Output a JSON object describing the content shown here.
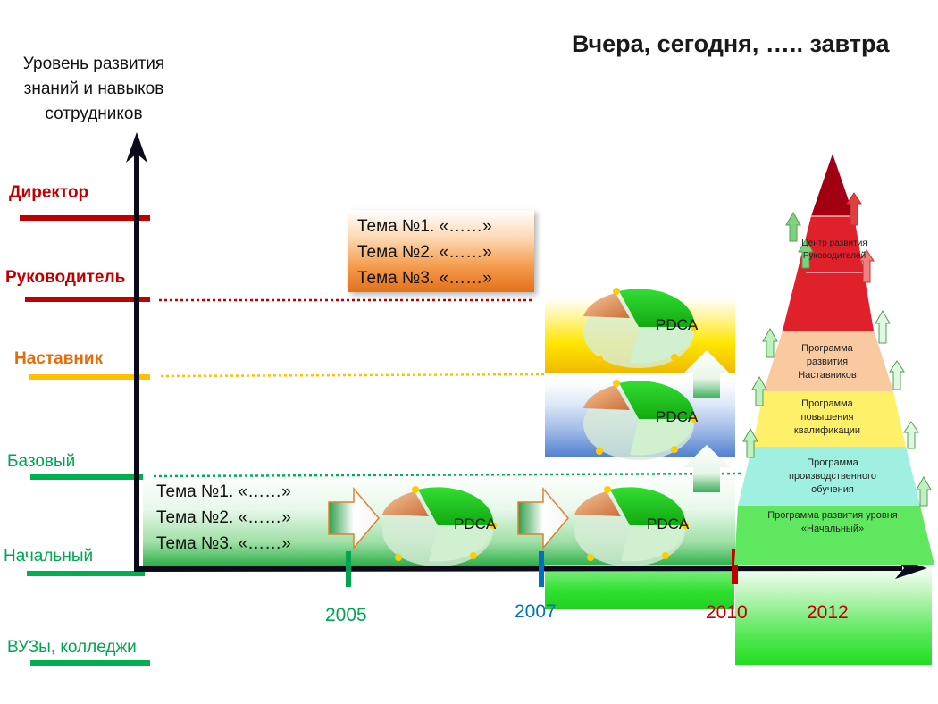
{
  "title": "Вчера, сегодня, ….. завтра",
  "y_axis_label": "Уровень развития знаний и навыков сотрудников",
  "levels": [
    {
      "label": "Директор",
      "color": "#c00000"
    },
    {
      "label": "Руководитель",
      "color": "#c00000"
    },
    {
      "label": "Наставник",
      "color": "#e36c09"
    },
    {
      "label": "Базовый",
      "color": "#00a550"
    },
    {
      "label": "Начальный",
      "color": "#00a550"
    },
    {
      "label": "ВУЗы, колледжи",
      "color": "#00a550"
    }
  ],
  "level_bar_colors": {
    "director": "#c00000",
    "manager": "#c00000",
    "mentor": "#ffc000",
    "base": "#00b050",
    "start": "#00b050",
    "univ": "#00b050"
  },
  "topics_middle": [
    "Тема №1. «……»",
    "Тема №2. «……»",
    "Тема №3. «……»"
  ],
  "topics_lower": [
    "Тема №1. «……»",
    "Тема №2. «……»",
    "Тема №3. «……»"
  ],
  "pdca_label": "PDCA",
  "years": [
    {
      "label": "2005",
      "color": "#00a550"
    },
    {
      "label": "2007",
      "color": "#0070c0"
    },
    {
      "label": "2010",
      "color": "#c00000"
    },
    {
      "label": "2012",
      "color": "#c00000"
    }
  ],
  "pyramid": {
    "tiers": [
      {
        "label": "",
        "color": "#a00010"
      },
      {
        "label": "Центр развития Руководителей",
        "color": "#e0202a"
      },
      {
        "label": "Программа развития Наставников",
        "color": "#f9c9a0"
      },
      {
        "label": "Программа повышения квалификации",
        "color": "#fff06a"
      },
      {
        "label": "Программа производственного обучения",
        "color": "#9ff0e0"
      },
      {
        "label": "Программа развития уровня «Начальный»",
        "color": "#5fe85f"
      }
    ]
  }
}
